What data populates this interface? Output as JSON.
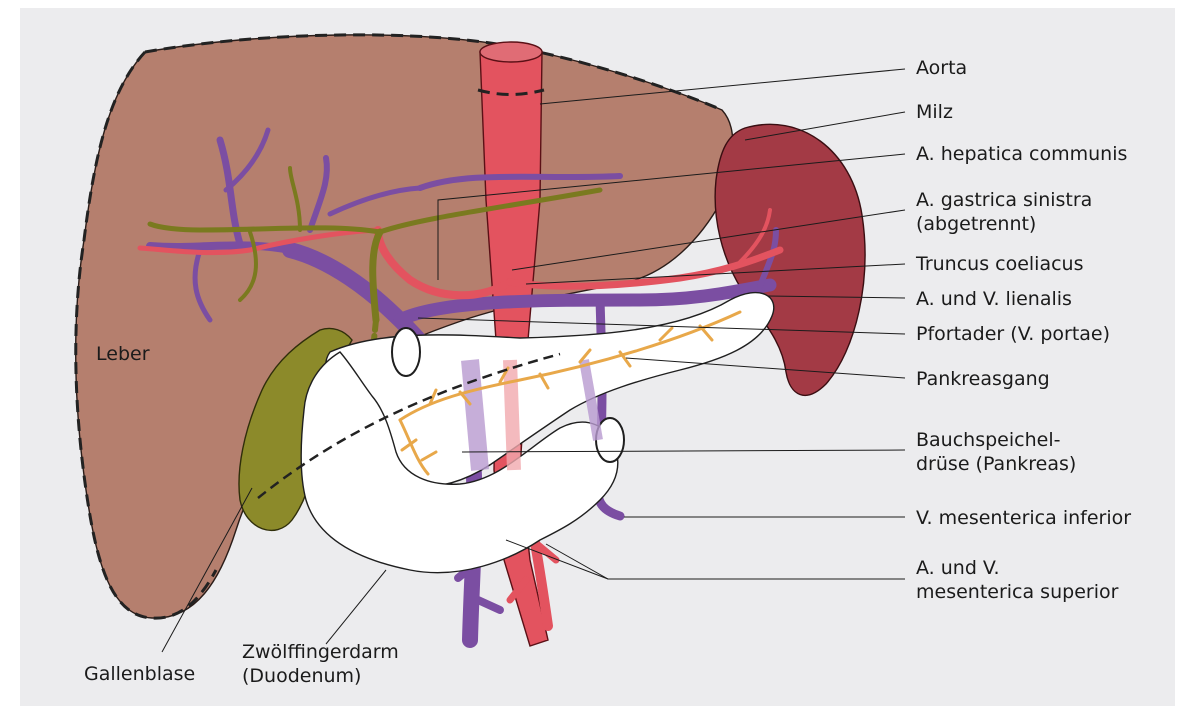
{
  "labels": {
    "aorta": "Aorta",
    "milz": "Milz",
    "hepatica": "A. hepatica communis",
    "gastrica_1": "A. gastrica sinistra",
    "gastrica_2": "(abgetrennt)",
    "truncus": "Truncus coeliacus",
    "lienalis": "A. und V. lienalis",
    "pfortader": "Pfortader (V. portae)",
    "pankreasgang": "Pankreasgang",
    "bauch_1": "Bauchspeichel-",
    "bauch_2": "drüse (Pankreas)",
    "mes_inf": "V. mesenterica inferior",
    "mes_sup_1": "A. und V.",
    "mes_sup_2": "mesenterica superior",
    "leber": "Leber",
    "gallenblase": "Gallenblase",
    "duo_1": "Zwölffingerdarm",
    "duo_2": "(Duodenum)"
  },
  "colors": {
    "background": "#ececee",
    "liver": "#b57f6e",
    "spleen": "#a33a45",
    "artery": "#e3535f",
    "vein": "#7b4ea2",
    "bile": "#7a7a1f",
    "gallbladder": "#8c8a2a",
    "pancreatic_duct": "#e8a84a",
    "pancreas": "#ffffff",
    "outline": "#222222"
  }
}
